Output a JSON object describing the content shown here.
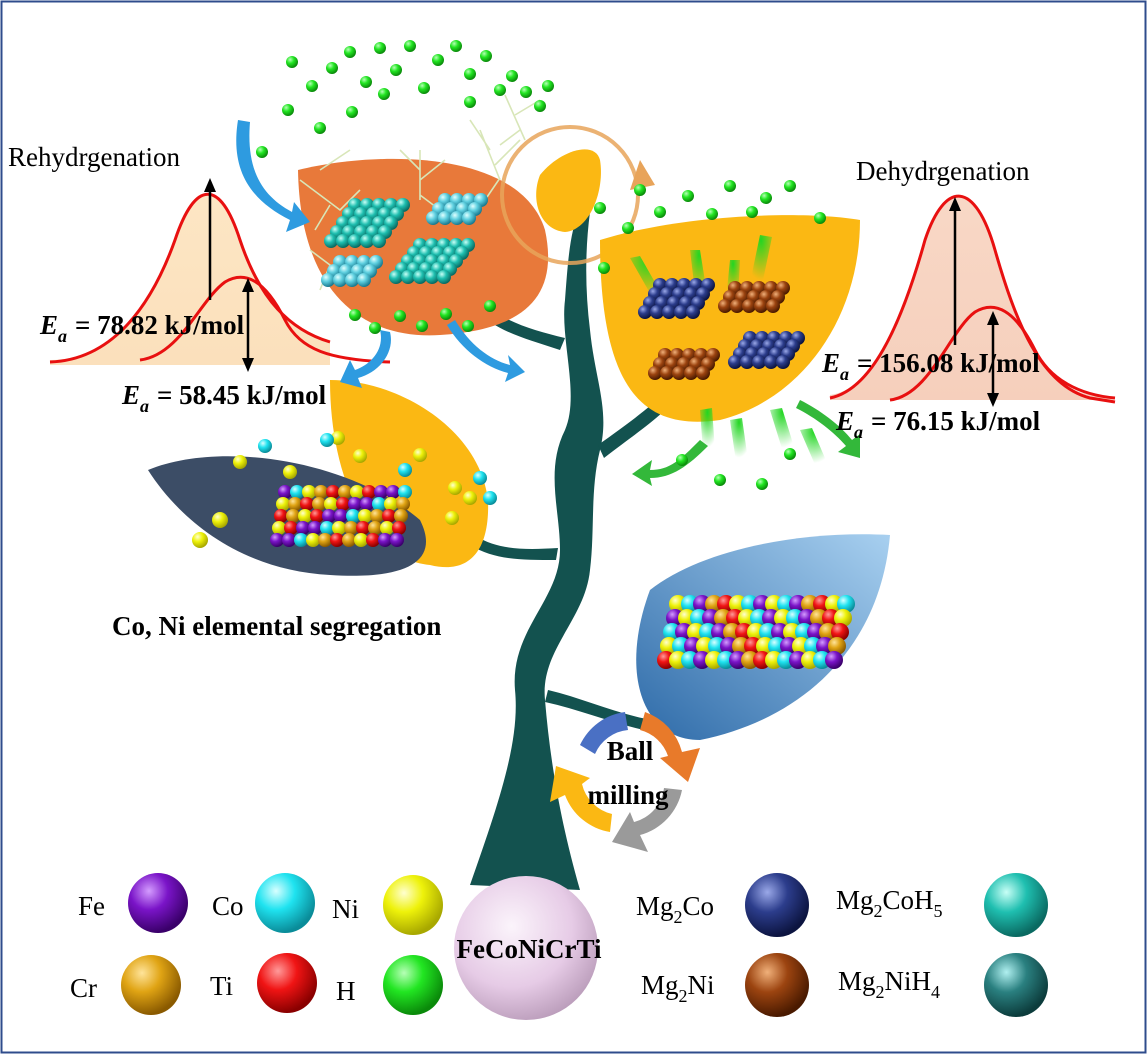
{
  "labels": {
    "rehydrogenation": "Rehydrgenation",
    "dehydrogenation": "Dehydrgenation",
    "segregation": "Co, Ni elemental segregation",
    "ball_milling_line1": "Ball",
    "ball_milling_line2": "milling",
    "alloy": "FeCoNiCrTi"
  },
  "activation_energies": {
    "symbol": "E",
    "subscript": "a",
    "rehydrogenation_high": "= 78.82 kJ/mol",
    "rehydrogenation_low": "= 58.45 kJ/mol",
    "dehydrogenation_high": "= 156.08 kJ/mol",
    "dehydrogenation_low": "= 76.15 kJ/mol"
  },
  "legend": [
    {
      "label": "Fe",
      "color": "#7a14c8"
    },
    {
      "label": "Co",
      "color": "#1fe3f0"
    },
    {
      "label": "Ni",
      "color": "#eef20a"
    },
    {
      "label": "Cr",
      "color": "#e0a414"
    },
    {
      "label": "Ti",
      "color": "#f01414"
    },
    {
      "label": "H",
      "color": "#22e622"
    },
    {
      "label": "Mg",
      "sub": "2",
      "rest": "Co",
      "color": "#2c3d8c"
    },
    {
      "label": "Mg",
      "sub": "2",
      "rest": "CoH",
      "sub2": "5",
      "color": "#1fbfb0"
    },
    {
      "label": "Mg",
      "sub": "2",
      "rest": "Ni",
      "color": "#9c4410"
    },
    {
      "label": "Mg",
      "sub": "2",
      "rest": "NiH",
      "sub2": "4",
      "color": "#2a8080"
    }
  ],
  "colors": {
    "frame": "#2f4c8c",
    "stem": "#13524f",
    "leaf_orange": "#e8793a",
    "leaf_yellow": "#fbb813",
    "leaf_dark": "#3c4d66",
    "leaf_blue": "#4a86c4",
    "hydrogen": "#22e622",
    "curve": "#e81010"
  }
}
